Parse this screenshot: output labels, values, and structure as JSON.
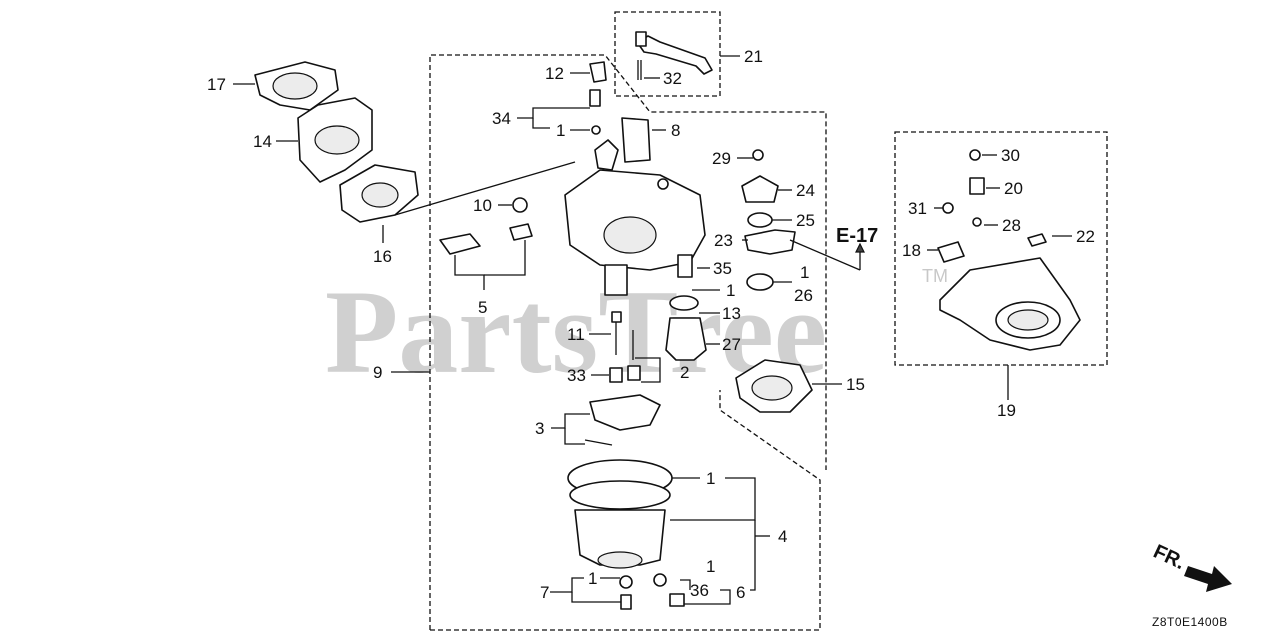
{
  "watermark": {
    "text": "PartsTree",
    "tm": "TM"
  },
  "diagram_code": "Z8T0E1400B",
  "section_ref": "E-17",
  "direction_label": "FR.",
  "callouts": {
    "c1": "1",
    "c2": "2",
    "c3": "3",
    "c4": "4",
    "c5": "5",
    "c6": "6",
    "c7": "7",
    "c8": "8",
    "c9": "9",
    "c10": "10",
    "c11": "11",
    "c12": "12",
    "c13": "13",
    "c14": "14",
    "c15": "15",
    "c16": "16",
    "c17": "17",
    "c18": "18",
    "c19": "19",
    "c20": "20",
    "c21": "21",
    "c22": "22",
    "c23": "23",
    "c24": "24",
    "c25": "25",
    "c26": "26",
    "c27": "27",
    "c28": "28",
    "c29": "29",
    "c30": "30",
    "c31": "31",
    "c32": "32",
    "c33": "33",
    "c34": "34",
    "c35": "35",
    "c36": "36"
  }
}
